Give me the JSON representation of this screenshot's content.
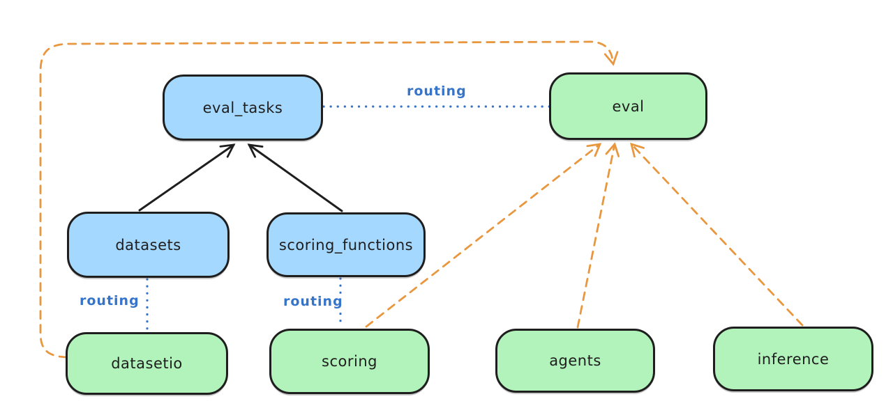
{
  "diagram": {
    "type": "architecture-diagram",
    "background": "#ffffff",
    "nodes": [
      {
        "id": "eval_tasks",
        "label": "eval_tasks",
        "fill": "blue"
      },
      {
        "id": "eval",
        "label": "eval",
        "fill": "green"
      },
      {
        "id": "datasets",
        "label": "datasets",
        "fill": "blue"
      },
      {
        "id": "scoring_functions",
        "label": "scoring_functions",
        "fill": "blue"
      },
      {
        "id": "datasetio",
        "label": "datasetio",
        "fill": "green"
      },
      {
        "id": "scoring",
        "label": "scoring",
        "fill": "green"
      },
      {
        "id": "agents",
        "label": "agents",
        "fill": "green"
      },
      {
        "id": "inference",
        "label": "inference",
        "fill": "green"
      }
    ],
    "edges": [
      {
        "from": "datasets",
        "to": "eval_tasks",
        "style": "solid",
        "color": "black",
        "arrow": true,
        "label": ""
      },
      {
        "from": "scoring_functions",
        "to": "eval_tasks",
        "style": "solid",
        "color": "black",
        "arrow": true,
        "label": ""
      },
      {
        "from": "eval_tasks",
        "to": "eval",
        "style": "dotted",
        "color": "blue",
        "arrow": false,
        "label": "routing"
      },
      {
        "from": "datasets",
        "to": "datasetio",
        "style": "dotted",
        "color": "blue",
        "arrow": false,
        "label": "routing"
      },
      {
        "from": "scoring_functions",
        "to": "scoring",
        "style": "dotted",
        "color": "blue",
        "arrow": false,
        "label": "routing"
      },
      {
        "from": "datasetio",
        "to": "eval",
        "style": "dashed",
        "color": "orange",
        "arrow": true,
        "label": ""
      },
      {
        "from": "scoring",
        "to": "eval",
        "style": "dashed",
        "color": "orange",
        "arrow": true,
        "label": ""
      },
      {
        "from": "agents",
        "to": "eval",
        "style": "dashed",
        "color": "orange",
        "arrow": true,
        "label": ""
      },
      {
        "from": "inference",
        "to": "eval",
        "style": "dashed",
        "color": "orange",
        "arrow": true,
        "label": ""
      }
    ],
    "colors": {
      "node_blue_fill": "#a5d8ff",
      "node_green_fill": "#b2f2bb",
      "node_border": "#1e1e1e",
      "routing_blue": "#3674c9",
      "arrow_orange": "#e9973e",
      "arrow_black": "#1e1e1e"
    }
  }
}
